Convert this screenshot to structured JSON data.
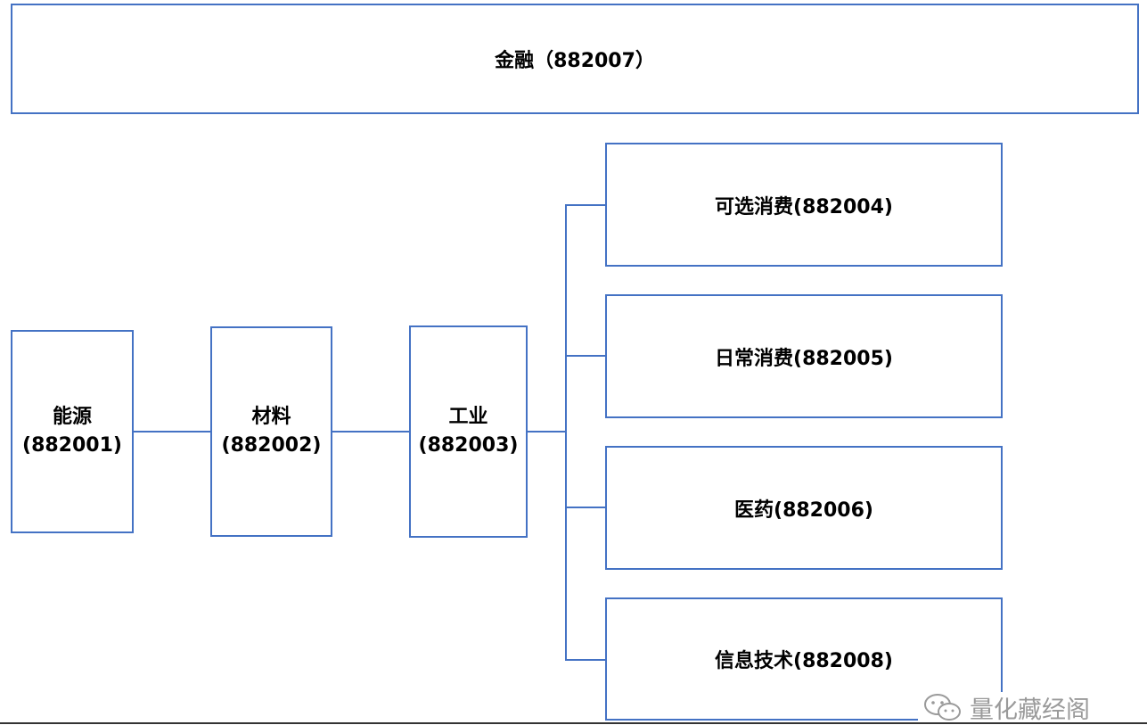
{
  "diagram": {
    "top": {
      "name": "金融",
      "code": "（882007）"
    },
    "chain": [
      {
        "name": "能源",
        "code": "(882001)"
      },
      {
        "name": "材料",
        "code": "(882002)"
      },
      {
        "name": "工业",
        "code": "(882003)"
      }
    ],
    "branches": [
      {
        "label": "可选消费(882004)"
      },
      {
        "label": "日常消费(882005)"
      },
      {
        "label": "医药(882006)"
      },
      {
        "label": "信息技术(882008)"
      }
    ]
  },
  "watermark": {
    "text": "量化藏经阁",
    "icon": "wechat-icon"
  },
  "colors": {
    "border": "#4472c4",
    "text": "#000000",
    "watermark": "#9a9a9a"
  }
}
